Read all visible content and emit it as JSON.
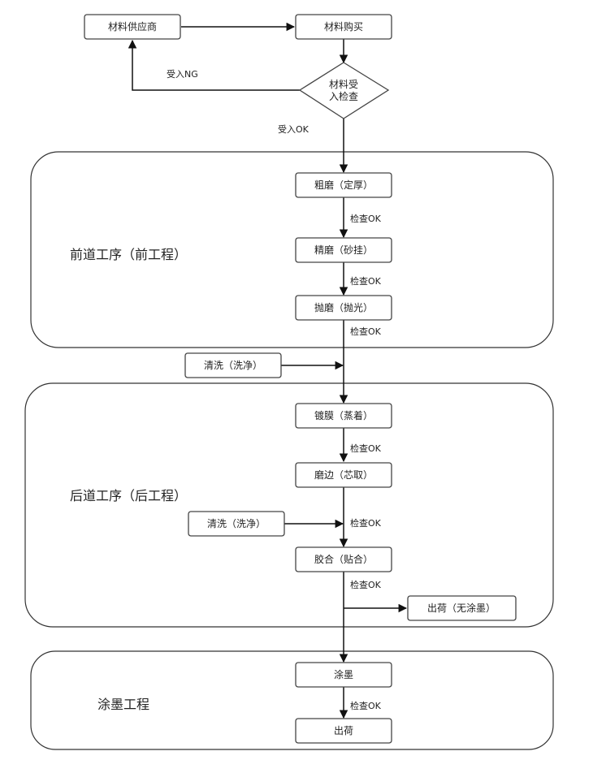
{
  "nodes": {
    "supplier": "材料供应商",
    "purchase": "材料购买",
    "inspection": "材料受\n入检查",
    "rough_grind": "粗磨（定厚）",
    "fine_grind": "精磨（砂挂）",
    "polish": "抛磨（抛光）",
    "wash1": "清洗（洗净）",
    "coating": "镀膜（蒸着）",
    "edging": "磨边（芯取）",
    "wash2": "清洗（洗净）",
    "cementing": "胶合（贴合）",
    "ship_uncoated": "出荷（无涂墨）",
    "ink": "涂墨",
    "ship": "出荷"
  },
  "edges": {
    "ng": "受入NG",
    "ok_in": "受入OK",
    "check1": "检查OK",
    "check2": "检查OK",
    "check3": "检查OK",
    "check4": "检查OK",
    "check5": "检查OK",
    "check6": "检查OK",
    "check7": "检查OK"
  },
  "sections": {
    "front": "前道工序（前工程）",
    "back": "后道工序（后工程）",
    "ink": "涂墨工程"
  }
}
